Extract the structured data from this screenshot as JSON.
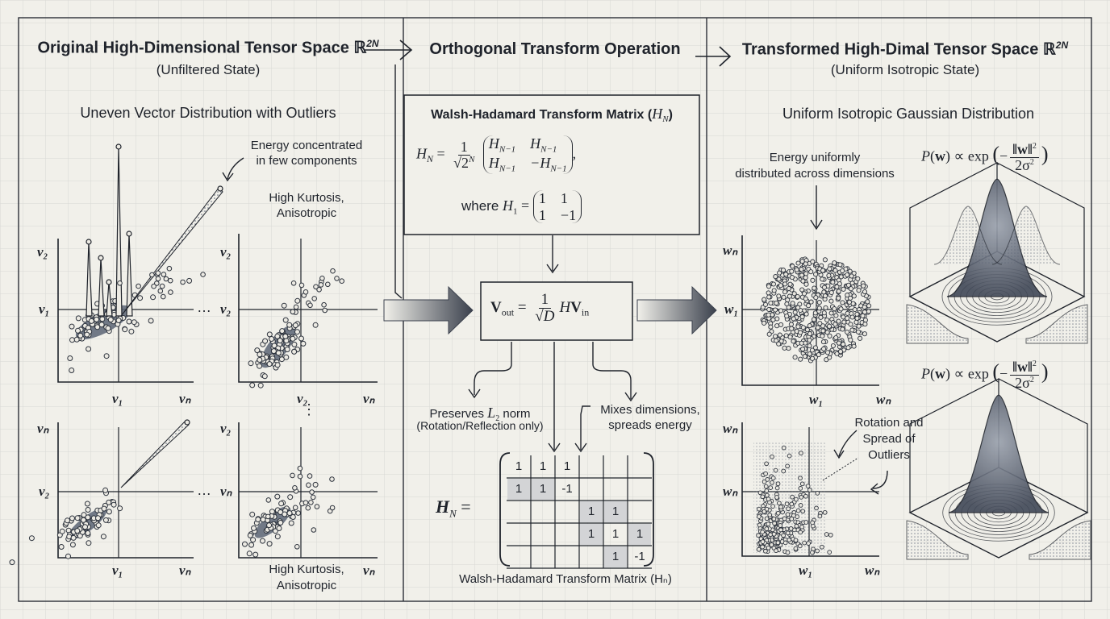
{
  "left": {
    "title": "Original High-Dimensional Tensor Space ℝ",
    "title_sup": "2N",
    "subtitle": "(Unfiltered State)",
    "section_label": "Uneven Vector Distribution with Outliers",
    "annotation_energy_line1": "Energy concentrated",
    "annotation_energy_line2": "in few components",
    "annotation_kurtosis_top_line1": "High Kurtosis,",
    "annotation_kurtosis_top_line2": "Anisotropic",
    "annotation_kurtosis_bottom_line1": "High Kurtosis,",
    "annotation_kurtosis_bottom_line2": "Anisotropic",
    "ellipsis": "…",
    "vertical_ellipsis": "⋮",
    "plots": [
      {
        "ylabel": "v₂",
        "xlabel": "vₙ",
        "ytick": "v₁",
        "xtick": "v₁"
      },
      {
        "ylabel": "v₂",
        "xlabel": "vₙ",
        "ytick": "v₂",
        "xtick": "v₂"
      },
      {
        "ylabel": "vₙ",
        "xlabel": "vₙ",
        "ytick": "v₂",
        "xtick": "v₁"
      },
      {
        "ylabel": "v₂",
        "xlabel": "vₙ",
        "ytick": "vₙ",
        "xtick": ""
      }
    ]
  },
  "middle": {
    "title": "Orthogonal Transform Operation",
    "box_title": "Walsh-Hadamard Transform Matrix (",
    "box_title_sym": "H",
    "box_title_sub": "N",
    "box_title_close": ")",
    "formula": {
      "lhs": "H",
      "lhs_sub": "N",
      "eq": "=",
      "num": "1",
      "den": "√2",
      "den_sup": "N",
      "m11": "H",
      "m11_sub": "N−1",
      "m12": "H",
      "m12_sub": "N−1",
      "m21": "H",
      "m21_sub": "N−1",
      "m22": "−H",
      "m22_sub": "N−1",
      "comma": ","
    },
    "where": {
      "text": "where ",
      "h": "H",
      "h_sub": "1",
      "eq": " =",
      "a": "1",
      "b": "1",
      "c": "1",
      "d": "−1"
    },
    "vout": {
      "lhs": "V",
      "lhs_sub": "out",
      "eq": "=",
      "num": "1",
      "den": "√D",
      "h": "H",
      "v": "V",
      "v_sub": "in"
    },
    "preserves_line1_prefix": "Preserves ",
    "preserves_l": "L",
    "preserves_l_sub": "2",
    "preserves_line1_suffix": " norm",
    "preserves_line2": "(Rotation/Reflection only)",
    "mixes_line1": "Mixes dimensions,",
    "mixes_line2": "spreads energy",
    "matrix_label": "H",
    "matrix_label_sub": "N",
    "matrix_eq": "=",
    "matrix_caption": "Walsh-Hadamard Transform Matrix (Hₙ)",
    "matrix_cells": [
      {
        "row": 0,
        "col": 0,
        "value": "1",
        "shaded": false
      },
      {
        "row": 0,
        "col": 1,
        "value": "1",
        "shaded": false
      },
      {
        "row": 0,
        "col": 2,
        "value": "1",
        "shaded": false
      },
      {
        "row": 1,
        "col": 0,
        "value": "1",
        "shaded": true
      },
      {
        "row": 1,
        "col": 1,
        "value": "1",
        "shaded": true
      },
      {
        "row": 1,
        "col": 2,
        "value": "-1",
        "shaded": false
      },
      {
        "row": 2,
        "col": 3,
        "value": "1",
        "shaded": true
      },
      {
        "row": 2,
        "col": 4,
        "value": "1",
        "shaded": true
      },
      {
        "row": 3,
        "col": 3,
        "value": "1",
        "shaded": true
      },
      {
        "row": 3,
        "col": 4,
        "value": "1",
        "shaded": false
      },
      {
        "row": 3,
        "col": 5,
        "value": "1",
        "shaded": true
      },
      {
        "row": 4,
        "col": 4,
        "value": "1",
        "shaded": true
      },
      {
        "row": 4,
        "col": 5,
        "value": "-1",
        "shaded": false
      }
    ]
  },
  "right": {
    "title": "Transformed High-Dimal Tensor Space ℝ",
    "title_sup": "2N",
    "subtitle": "(Uniform Isotropic State)",
    "section_label": "Uniform Isotropic Gaussian Distribution",
    "energy_line1": "Energy uniformly",
    "energy_line2": "distributed across dimensions",
    "rotation_line1": "Rotation and",
    "rotation_line2": "Spread of",
    "rotation_line3": "Outliers",
    "gaussian_formula": {
      "p": "P",
      "w": "w",
      "rest": ") ∝ exp",
      "num": "‖w‖",
      "num_sup": "2",
      "den": "2σ",
      "den_sup": "2"
    },
    "plots": [
      {
        "ylabel": "wₙ",
        "xlabel": "wₙ",
        "ytick": "w₁",
        "xtick": "w₁"
      },
      {
        "ylabel": "wₙ",
        "xlabel": "wₙ",
        "ytick": "wₙ",
        "xtick": "w₁"
      }
    ]
  },
  "colors": {
    "background": "#f1f0ea",
    "grid": "#d6d6d2",
    "ink": "#1f232b",
    "point_fill": "#5b6474",
    "shade": "#d3d4d6"
  }
}
